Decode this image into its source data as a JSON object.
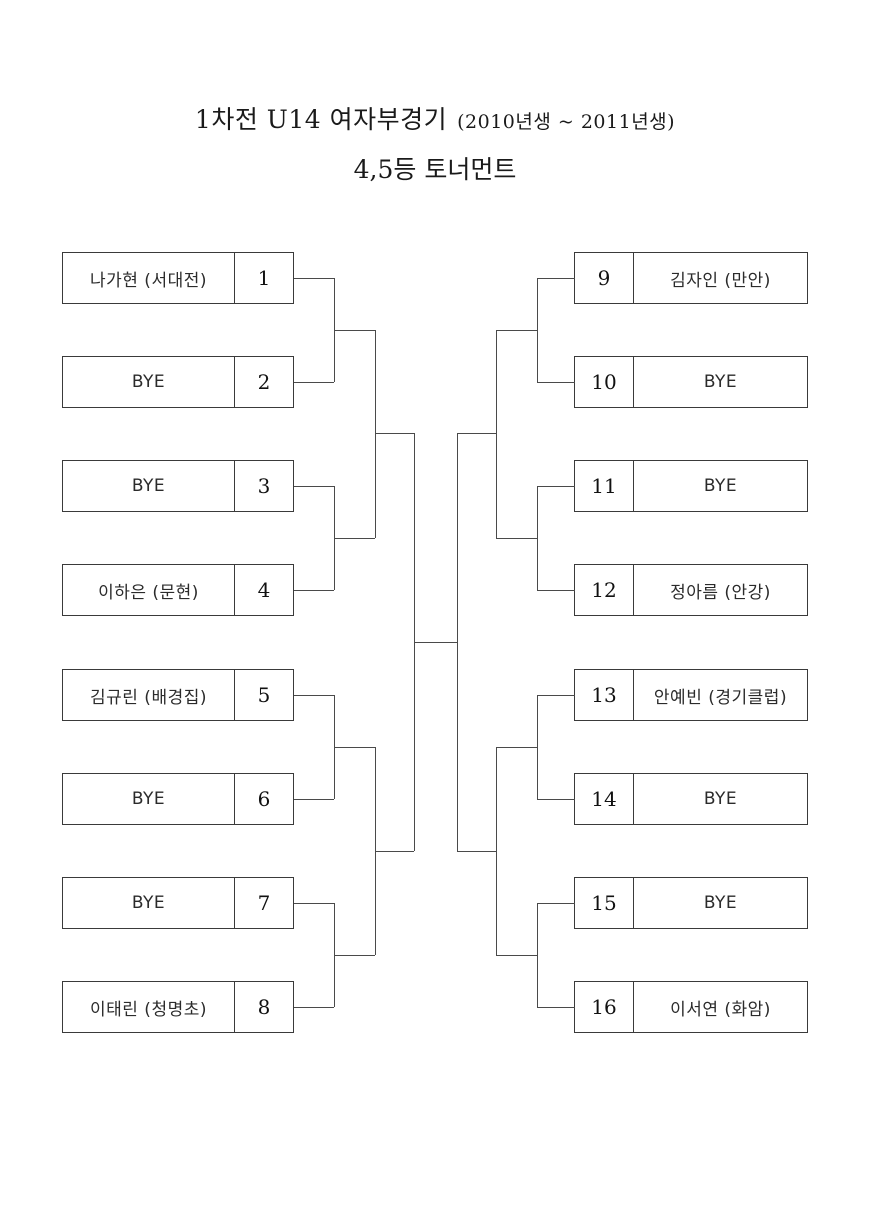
{
  "title": {
    "line1_main": "1차전  U14  여자부경기",
    "line1_age": "(2010년생 ~ 2011년생)",
    "line2": "4,5등 토너먼트"
  },
  "bracket": {
    "left": [
      {
        "seed": "1",
        "name": "나가현 (서대전)"
      },
      {
        "seed": "2",
        "name": "BYE"
      },
      {
        "seed": "3",
        "name": "BYE"
      },
      {
        "seed": "4",
        "name": "이하은 (문현)"
      },
      {
        "seed": "5",
        "name": "김규린 (배경집)"
      },
      {
        "seed": "6",
        "name": "BYE"
      },
      {
        "seed": "7",
        "name": "BYE"
      },
      {
        "seed": "8",
        "name": "이태린 (청명초)"
      }
    ],
    "right": [
      {
        "seed": "9",
        "name": "김자인 (만안)"
      },
      {
        "seed": "10",
        "name": "BYE"
      },
      {
        "seed": "11",
        "name": "BYE"
      },
      {
        "seed": "12",
        "name": "정아름 (안강)"
      },
      {
        "seed": "13",
        "name": "안예빈 (경기클럽)"
      },
      {
        "seed": "14",
        "name": "BYE"
      },
      {
        "seed": "15",
        "name": "BYE"
      },
      {
        "seed": "16",
        "name": "이서연 (화암)"
      }
    ]
  }
}
